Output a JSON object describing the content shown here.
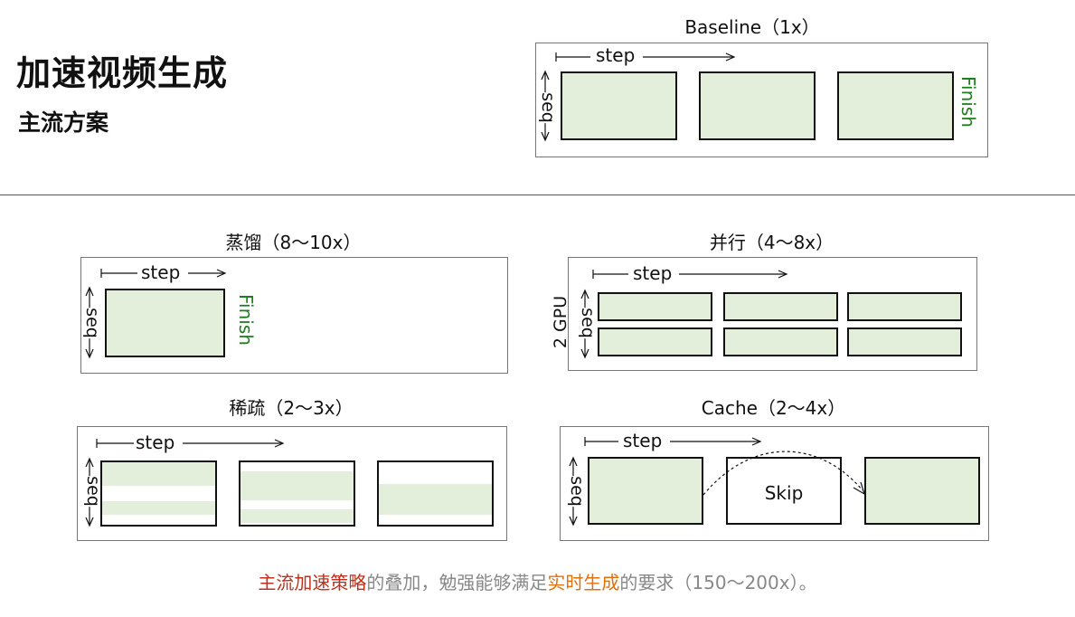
{
  "header": {
    "title": "加速视频生成",
    "subtitle": "主流方案"
  },
  "common": {
    "step_label": "step",
    "seq_label": "seq",
    "finish_label": "Finish"
  },
  "panels": {
    "baseline": {
      "title": "Baseline（1x）"
    },
    "distill": {
      "title": "蒸馏（8～10x）"
    },
    "parallel": {
      "title": "并行（4～8x）",
      "gpu_label": "2 GPU"
    },
    "sparse": {
      "title": "稀疏（2～3x）"
    },
    "cache": {
      "title": "Cache（2～4x）",
      "skip_label": "Skip"
    }
  },
  "footer": {
    "part1": "主流加速策略",
    "part2": "的叠加，勉强能够满足",
    "part3": "实时生成",
    "part4": "的要求（150～200x）。"
  },
  "colors": {
    "block_fill": "#e3efda",
    "finish": "#1e7d1e",
    "accent_red": "#c0301c",
    "accent_orange": "#e4700b"
  },
  "icons": {
    "step_arrow": "right-arrow",
    "seq_arrow": "up-down-arrow",
    "skip_arrow": "curved-dashed-arrow"
  }
}
